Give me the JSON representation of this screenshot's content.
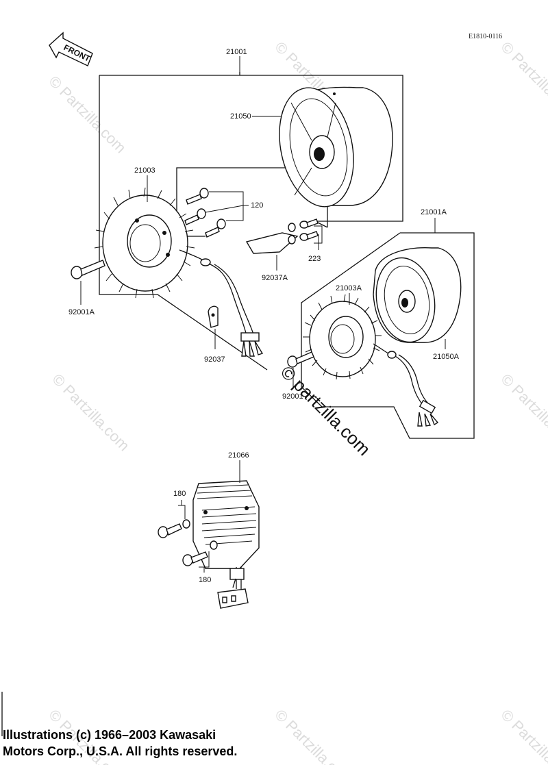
{
  "diagram_code": "E1810-0116",
  "front_label": "FRONT",
  "watermark": "© Partzilla.com",
  "center_watermark": "© partzilla.com",
  "labels": {
    "assembly_21001": "21001",
    "flywheel_21050": "21050",
    "stator_21003": "21003",
    "bolt_120": "120",
    "bracket_92037A": "92037A",
    "washer_223": "223",
    "assembly_21001A": "21001A",
    "stator_21003A": "21003A",
    "flywheel_21050A": "21050A",
    "bolt_92001A": "92001A",
    "clamp_92037": "92037",
    "bolt_92001": "92001",
    "regulator_21066": "21066",
    "bolt_180_top": "180",
    "bolt_180_bottom": "180"
  },
  "footer": {
    "line1": "Illustrations (c) 1966–2003 Kawasaki",
    "line2": "Motors Corp., U.S.A.  All rights reserved."
  }
}
